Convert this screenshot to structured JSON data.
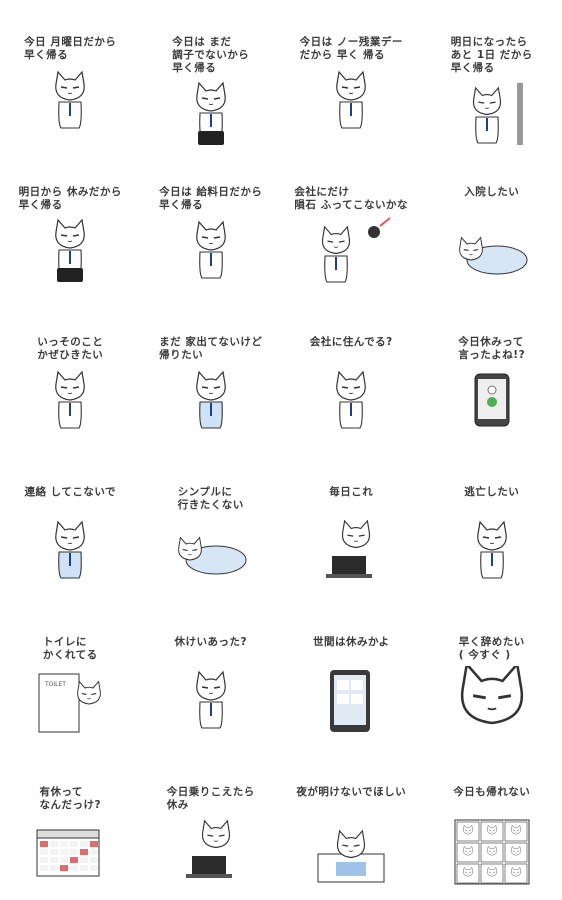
{
  "stickers": [
    {
      "caption": "今日 月曜日だから\n早く帰る",
      "kind": "cat-phone"
    },
    {
      "caption": "今日は まだ\n調子でないから\n早く帰る",
      "kind": "cat-bag"
    },
    {
      "caption": "今日は ノー残業デー\nだから 早く 帰る",
      "kind": "cat-sit"
    },
    {
      "caption": "明日になったら\nあと 1日 だから\n早く帰る",
      "kind": "cat-wall"
    },
    {
      "caption": "明日から 休みだから\n早く帰る",
      "kind": "cat-bag"
    },
    {
      "caption": "今日は 給料日だから\n早く帰る",
      "kind": "cat-cheer"
    },
    {
      "caption": "会社にだけ\n隕石 ふってこないかな",
      "kind": "cat-meteor"
    },
    {
      "caption": "入院したい",
      "kind": "cat-lie"
    },
    {
      "caption": "いっそのこと\nかぜひきたい",
      "kind": "cat-sick"
    },
    {
      "caption": "まだ 家出てないけど\n帰りたい",
      "kind": "cat-pajama"
    },
    {
      "caption": "会社に住んでる?",
      "kind": "cat-sit"
    },
    {
      "caption": "今日休みって\n言ったよね!?",
      "kind": "phone"
    },
    {
      "caption": "連絡 してこないで",
      "kind": "cat-pajama"
    },
    {
      "caption": "シンプルに\n行きたくない",
      "kind": "cat-lie"
    },
    {
      "caption": "毎日これ",
      "kind": "cat-laptop"
    },
    {
      "caption": "逃亡したい",
      "kind": "cat-run"
    },
    {
      "caption": "トイレに\nかくれてる",
      "kind": "toilet"
    },
    {
      "caption": "休けいあった?",
      "kind": "cat-sit"
    },
    {
      "caption": "世間は休みかよ",
      "kind": "tablet"
    },
    {
      "caption": "早く辞めたい\n( 今すぐ )",
      "kind": "cat-face"
    },
    {
      "caption": "有休って\nなんだっけ?",
      "kind": "calendar"
    },
    {
      "caption": "今日乗りこえたら\n休み",
      "kind": "cat-laptop"
    },
    {
      "caption": "夜が明けないでほしい",
      "kind": "cat-bed"
    },
    {
      "caption": "今日も帰れない",
      "kind": "grid"
    }
  ]
}
